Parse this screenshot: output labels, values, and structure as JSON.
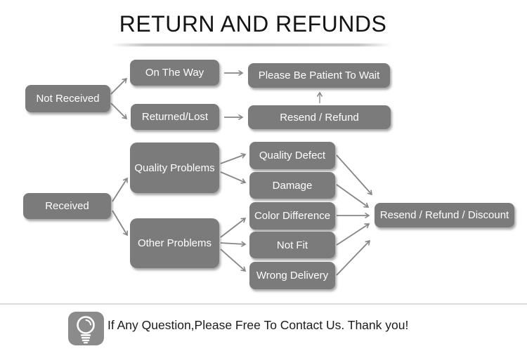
{
  "title": "RETURN AND REFUNDS",
  "flowchart": {
    "nodes": {
      "not_received": {
        "label": "Not Received"
      },
      "on_the_way": {
        "label": "On The Way"
      },
      "returned_lost": {
        "label": "Returned/Lost"
      },
      "please_wait": {
        "label": "Please Be Patient To Wait"
      },
      "resend_refund": {
        "label": "Resend / Refund"
      },
      "received": {
        "label": "Received"
      },
      "quality_problems": {
        "label": "Quality Problems"
      },
      "other_problems": {
        "label": "Other Problems"
      },
      "quality_defect": {
        "label": "Quality Defect"
      },
      "damage": {
        "label": "Damage"
      },
      "color_difference": {
        "label": "Color Difference"
      },
      "not_fit": {
        "label": "Not Fit"
      },
      "wrong_delivery": {
        "label": "Wrong Delivery"
      },
      "resend_refund_discount": {
        "label": "Resend / Refund / Discount"
      }
    },
    "edges": [
      {
        "from": "not_received",
        "to": "on_the_way"
      },
      {
        "from": "not_received",
        "to": "returned_lost"
      },
      {
        "from": "on_the_way",
        "to": "please_wait"
      },
      {
        "from": "returned_lost",
        "to": "resend_refund"
      },
      {
        "from": "resend_refund",
        "to": "please_wait"
      },
      {
        "from": "received",
        "to": "quality_problems"
      },
      {
        "from": "received",
        "to": "other_problems"
      },
      {
        "from": "quality_problems",
        "to": "quality_defect"
      },
      {
        "from": "quality_problems",
        "to": "damage"
      },
      {
        "from": "other_problems",
        "to": "color_difference"
      },
      {
        "from": "other_problems",
        "to": "not_fit"
      },
      {
        "from": "other_problems",
        "to": "wrong_delivery"
      },
      {
        "from": "quality_defect",
        "to": "resend_refund_discount"
      },
      {
        "from": "damage",
        "to": "resend_refund_discount"
      },
      {
        "from": "color_difference",
        "to": "resend_refund_discount"
      },
      {
        "from": "not_fit",
        "to": "resend_refund_discount"
      },
      {
        "from": "wrong_delivery",
        "to": "resend_refund_discount"
      }
    ]
  },
  "footer": {
    "icon": "lightbulb-icon",
    "message": "If Any Question,Please Free To Contact Us. Thank you!"
  },
  "colors": {
    "box_gray": "#7b7b7b",
    "arrow_gray": "#868686",
    "box_text": "#ffffff",
    "title_text": "#141414",
    "divider_gray": "#dcdcdc"
  }
}
